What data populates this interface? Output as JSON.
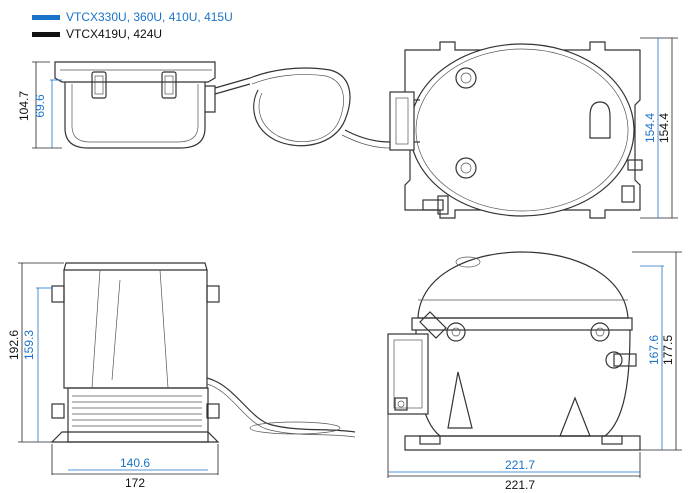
{
  "legend": [
    {
      "label": "VTCX330U, 360U, 410U, 415U",
      "color": "#1a73c8"
    },
    {
      "label": "VTCX419U, 424U",
      "color": "#111111"
    }
  ],
  "dimensions": {
    "top_left_height_black": "104.7",
    "top_left_height_blue": "69.6",
    "top_right_height_blue": "154.4",
    "top_right_height_black": "154.4",
    "bottom_left_height_black": "192.6",
    "bottom_left_height_blue": "159.3",
    "bottom_left_width_blue": "140.6",
    "bottom_left_width_black": "172",
    "bottom_right_width_blue": "221.7",
    "bottom_right_width_black": "221.7",
    "bottom_right_height_blue": "167.6",
    "bottom_right_height_black": "177.5"
  },
  "colors": {
    "blue": "#1a73c8",
    "black": "#111111",
    "line": "#333333"
  }
}
